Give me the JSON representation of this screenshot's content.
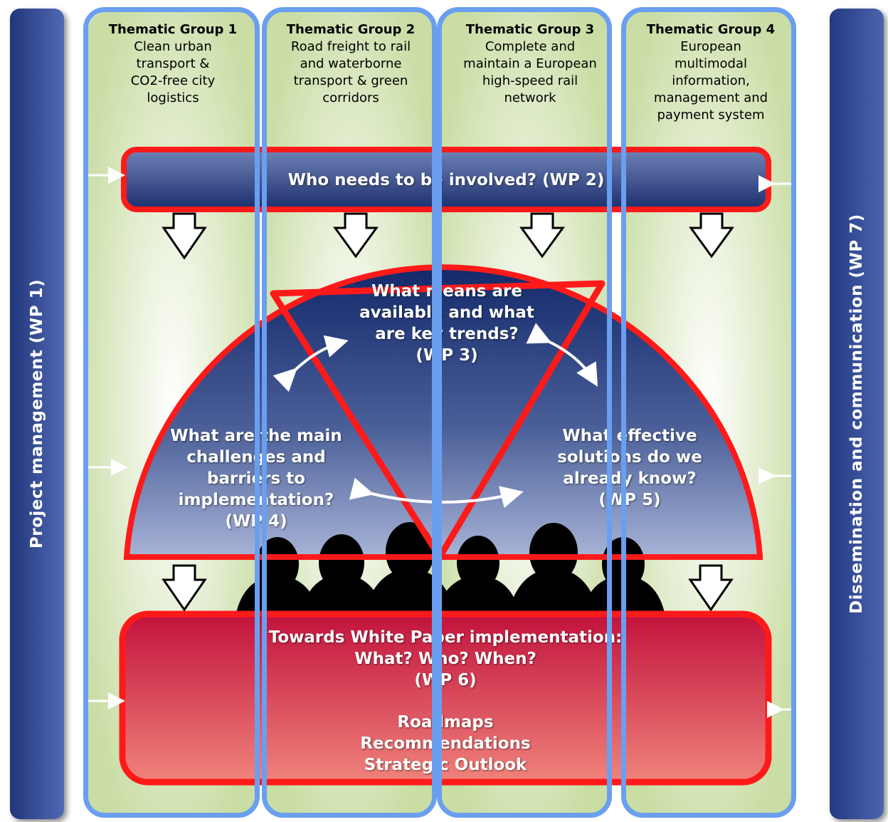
{
  "sidebars": {
    "left_label": "Project management (WP 1)",
    "right_label": "Dissemination and communication (WP 7)"
  },
  "thematic_groups": [
    {
      "title": "Thematic Group 1",
      "description": "Clean urban\ntransport &\nCO2-free city\nlogistics"
    },
    {
      "title": "Thematic Group 2",
      "description": "Road freight to rail\nand waterborne\ntransport & green\ncorridors"
    },
    {
      "title": "Thematic Group 3",
      "description": "Complete and\nmaintain a European\nhigh-speed rail\nnetwork"
    },
    {
      "title": "Thematic Group 4",
      "description": "European\nmultimodal\ninformation,\nmanagement and\npayment system"
    }
  ],
  "wp2": {
    "label": "Who needs to be involved? (WP 2)"
  },
  "wp3": {
    "label": "What means are\navailable and what\nare key trends?\n(WP 3)"
  },
  "wp4": {
    "label": "What are the main\nchallenges and\nbarriers to\nimplementation?\n(WP 4)"
  },
  "wp5": {
    "label": "What effective\nsolutions do we\nalready know?\n(WP 5)"
  },
  "wp6": {
    "label": "Towards White Paper implementation:\nWhat? Who? When?\n(WP 6)",
    "outputs": "Roadmaps\nRecommendations\nStrategic Outlook"
  },
  "colors": {
    "sidebar_blue": "#2c4590",
    "column_outline": "#6a9ff0",
    "box_outline_red": "#ff1a1a",
    "wp_blue_dark": "#1c2f6e",
    "wp6_red": "#c8163e"
  }
}
